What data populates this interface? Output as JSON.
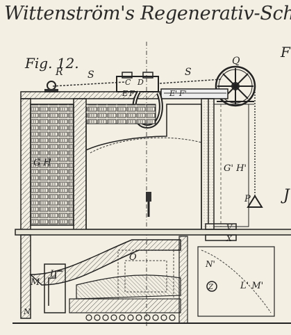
{
  "plate": {
    "title": "Wittenström's Regenerativ-Schm",
    "figure_label": "Fig. 12.",
    "edge_fragment": "F"
  },
  "labels": {
    "R": "R",
    "S": "S",
    "S2": "S",
    "Q": "Q",
    "C": "C",
    "D": "D",
    "E": "E",
    "F": "F",
    "E2": "E'",
    "F2": "F'",
    "GH": "G H",
    "GH2": "G' H'",
    "P": "P",
    "V": "V",
    "X": "X",
    "O": "O",
    "N2": "N'",
    "Z": "Z",
    "L": "L",
    "M": "M",
    "L2M2": "L' M'",
    "N": "N"
  },
  "colors": {
    "ink": "#2a2a2a",
    "paper": "#f3efe2"
  }
}
